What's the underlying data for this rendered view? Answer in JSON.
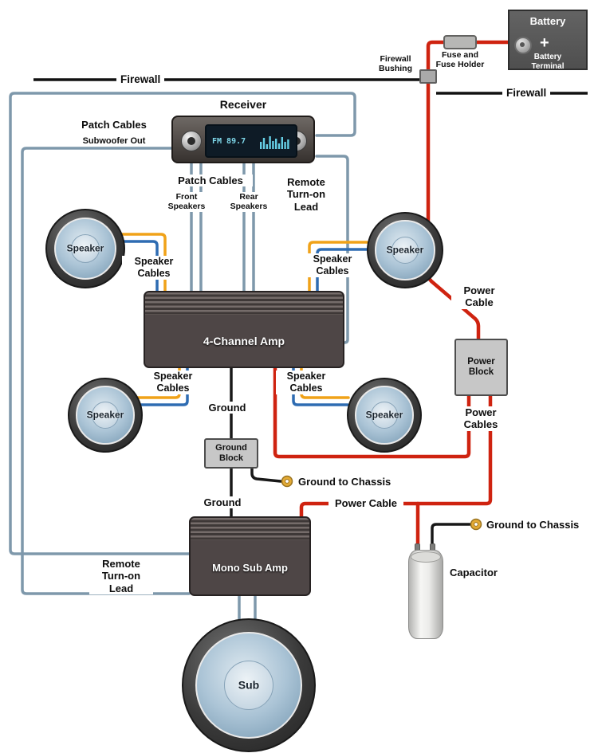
{
  "colors": {
    "power_wire": "#cf2310",
    "ground_wire": "#181818",
    "patch_wire": "#7e98ab",
    "speaker_wire_orange": "#f0a218",
    "speaker_wire_blue": "#2e6cb2",
    "ring_terminal": "#e3aa35"
  },
  "battery": {
    "title": "Battery",
    "plus": "+",
    "terminal": [
      "Battery",
      "Terminal"
    ]
  },
  "fuse": {
    "label": [
      "Fuse and",
      "Fuse Holder"
    ]
  },
  "firewall": {
    "left": "Firewall",
    "right": "Firewall",
    "bushing": [
      "Firewall",
      "Bushing"
    ]
  },
  "receiver": {
    "title": "Receiver",
    "display": "FM 89.7"
  },
  "patch": {
    "subwoofer": [
      "Patch Cables",
      "Subwoofer Out"
    ],
    "main": "Patch Cables",
    "front": [
      "Front",
      "Speakers"
    ],
    "rear": [
      "Rear",
      "Speakers"
    ]
  },
  "remote": {
    "top": [
      "Remote",
      "Turn-on",
      "Lead"
    ],
    "bottom": [
      "Remote",
      "Turn-on",
      "Lead"
    ]
  },
  "speakers": {
    "front_left": "Speaker",
    "front_right": "Speaker",
    "rear_left": "Speaker",
    "rear_right": "Speaker",
    "sub": "Sub",
    "cables_front_left": [
      "Speaker",
      "Cables"
    ],
    "cables_front_right": [
      "Speaker",
      "Cables"
    ],
    "cables_rear_left": [
      "Speaker",
      "Cables"
    ],
    "cables_rear_right": [
      "Speaker",
      "Cables"
    ]
  },
  "amps": {
    "four_channel": "4-Channel Amp",
    "mono": "Mono Sub Amp"
  },
  "ground": {
    "label_top": "Ground",
    "label_bottom": "Ground",
    "block": [
      "Ground",
      "Block"
    ],
    "chassis_1": "Ground to Chassis",
    "chassis_2": "Ground to Chassis"
  },
  "power": {
    "cable_right": [
      "Power",
      "Cable"
    ],
    "block": [
      "Power",
      "Block"
    ],
    "cables": [
      "Power",
      "Cables"
    ],
    "cable_mid": "Power Cable"
  },
  "capacitor": {
    "label": "Capacitor"
  }
}
